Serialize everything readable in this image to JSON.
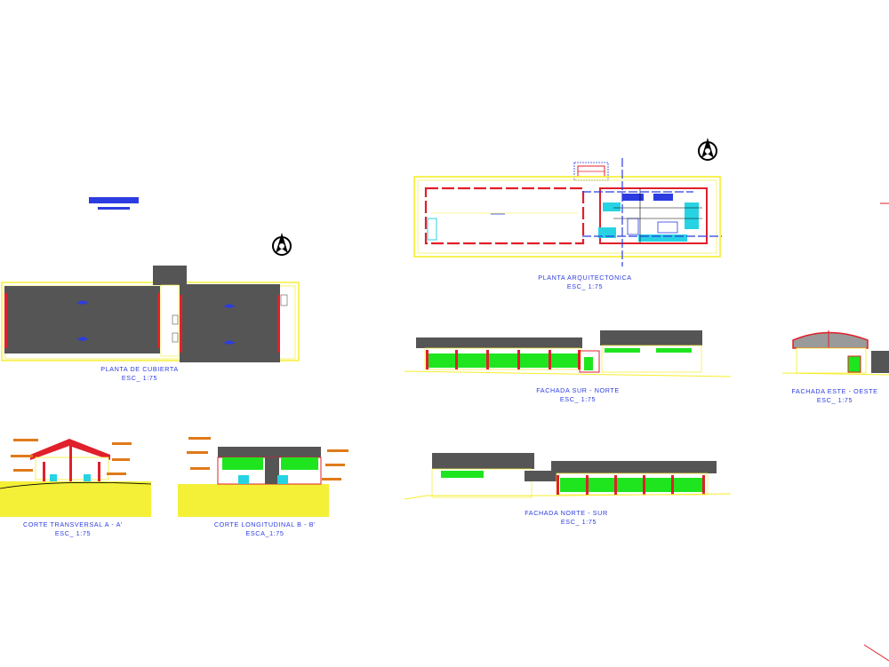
{
  "drawings": [
    {
      "id": "roof",
      "title": "PLANTA DE CUBIERTA",
      "scale": "ESC_ 1:75"
    },
    {
      "id": "plan",
      "title": "PLANTA ARQUITECTONICA",
      "scale": "ESC_ 1:75"
    },
    {
      "id": "south",
      "title": "FACHADA SUR - NORTE",
      "scale": "ESC_ 1:75"
    },
    {
      "id": "east",
      "title": "FACHADA ESTE - OESTE",
      "scale": "ESC_ 1:75"
    },
    {
      "id": "north",
      "title": "FACHADA NORTE - SUR",
      "scale": "ESC_ 1:75"
    },
    {
      "id": "cutA",
      "title": "CORTE TRANSVERSAL A - A'",
      "scale": "ESC_ 1:75"
    },
    {
      "id": "cutB",
      "title": "CORTE LONGITUDINAL B - B'",
      "scale": "ESCA_1:75"
    }
  ],
  "icons": {
    "north_arrow": "north-arrow-icon",
    "section_mark": "section-marker-icon"
  },
  "colors": {
    "background": "#ffffff",
    "roof": "#555555",
    "wall": "#e0202a",
    "outline": "#f6ee2a",
    "window": "#1fe51f",
    "annotation": "#2c3ce0",
    "ground": "#f4f038",
    "cyan": "#27d3e3"
  }
}
